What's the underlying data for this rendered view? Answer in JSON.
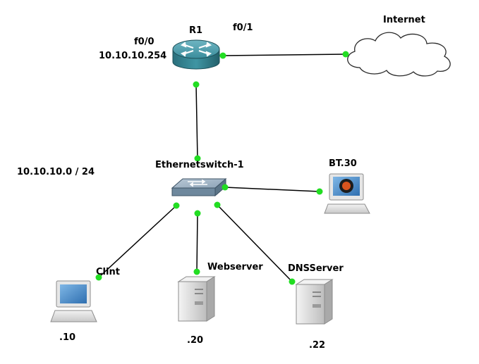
{
  "devices": {
    "router": {
      "name": "R1",
      "if_lan": "f0/0",
      "if_wan": "f0/1",
      "ip": "10.10.10.254"
    },
    "internet": {
      "name": "Internet"
    },
    "switch": {
      "name": "Ethernetswitch-1"
    },
    "bt": {
      "name": "BT.30"
    },
    "client": {
      "name": "Clint",
      "host": ".10"
    },
    "webserver": {
      "name": "Webserver",
      "host": ".20"
    },
    "dnsserver": {
      "name": "DNSServer",
      "host": ".22"
    }
  },
  "network": {
    "subnet": "10.10.10.0 / 24"
  },
  "colors": {
    "link": "#000000",
    "port": "#22dd22",
    "router_body": "#2f8a9a",
    "switch_body": "#8aa3b8",
    "server_body": "#dcdcdc",
    "screen": "#3f86c9"
  }
}
